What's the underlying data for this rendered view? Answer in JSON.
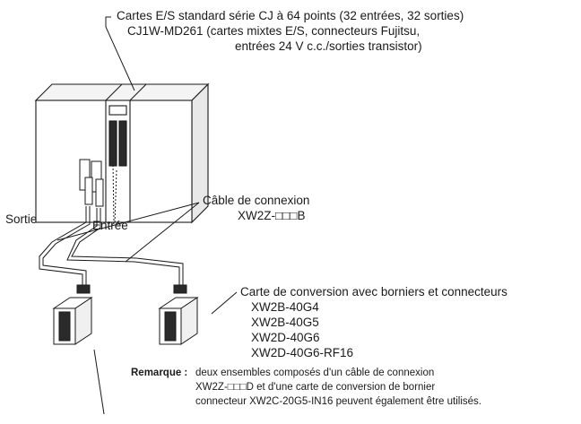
{
  "header": {
    "line1": "Cartes E/S standard série CJ à 64 points (32 entrées, 32 sorties)",
    "line2": "CJ1W-MD261 (cartes mixtes E/S, connecteurs Fujitsu,",
    "line3": "entrées 24 V c.c./sorties transistor)"
  },
  "labels": {
    "sortie": "Sortie",
    "entree": "Entrée"
  },
  "cable": {
    "title": "Câble de connexion",
    "model": "XW2Z-□□□B"
  },
  "terminal": {
    "title": "Carte de conversion avec borniers et connecteurs",
    "models": [
      "XW2B-40G4",
      "XW2B-40G5",
      "XW2D-40G6",
      "XW2D-40G6-RF16"
    ]
  },
  "remark": {
    "label": "Remarque :",
    "line1": "deux ensembles composés d'un câble de connexion",
    "line2": "XW2Z-□□□D et d'une carte de conversion de bornier",
    "line3": "connecteur XW2C-20G5-IN16 peuvent également être utilisés."
  }
}
